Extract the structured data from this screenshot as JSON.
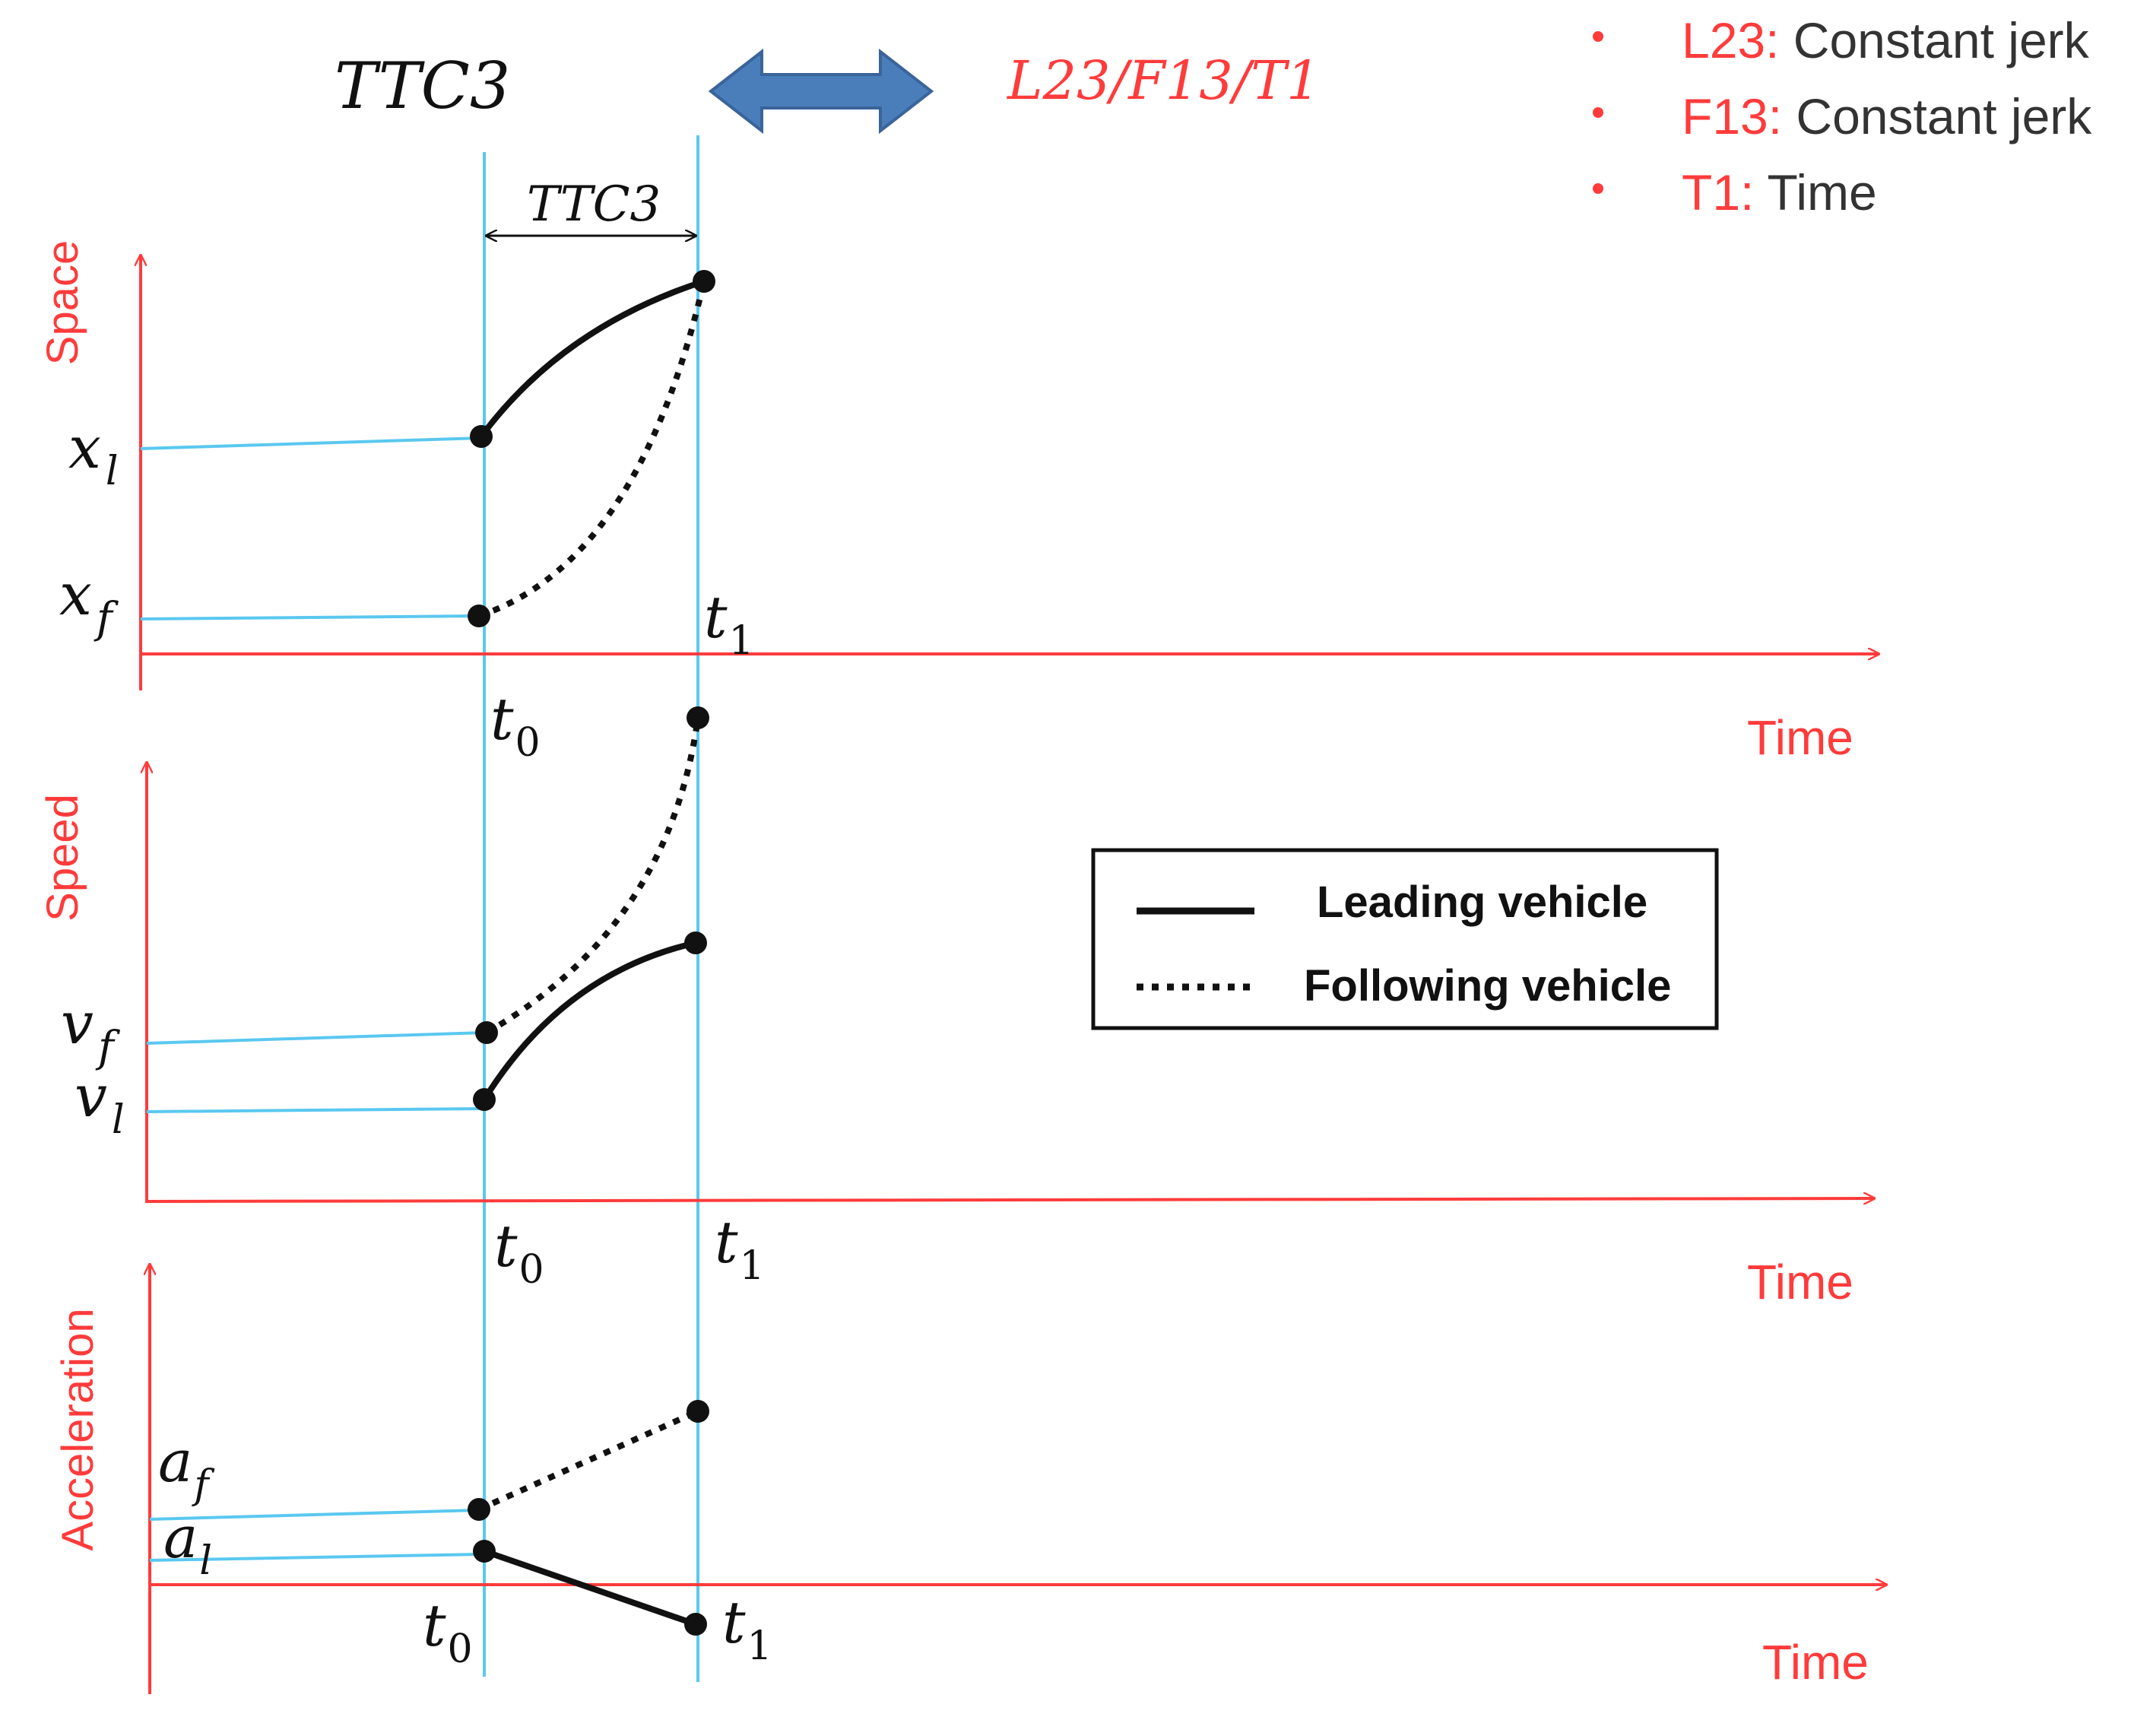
{
  "header": {
    "ttc_title": "TTC3",
    "scenario_label": "L23/F13/T1"
  },
  "notes": [
    {
      "code": "L23",
      "sep": ":",
      "text": " Constant jerk"
    },
    {
      "code": "F13",
      "sep": ":",
      "text": " Constant jerk"
    },
    {
      "code": "T1",
      "sep": ":",
      "text": " Time"
    }
  ],
  "interval_label": "TTC3",
  "legend": {
    "leading": "Leading vehicle",
    "following": "Following vehicle"
  },
  "panels": {
    "space": {
      "axis_label": "Space",
      "time_label": "Time",
      "upper": {
        "base": "x",
        "sub": "l"
      },
      "lower": {
        "base": "x",
        "sub": "f"
      },
      "t0": {
        "base": "t",
        "sub": "0"
      },
      "t1": {
        "base": "t",
        "sub": "1"
      }
    },
    "speed": {
      "axis_label": "Speed",
      "time_label": "Time",
      "upper": {
        "base": "v",
        "sub": "f"
      },
      "lower": {
        "base": "v",
        "sub": "l"
      },
      "t0": {
        "base": "t",
        "sub": "0"
      },
      "t1": {
        "base": "t",
        "sub": "1"
      }
    },
    "accel": {
      "axis_label": "Acceleration",
      "time_label": "Time",
      "upper": {
        "base": "a",
        "sub": "f"
      },
      "lower": {
        "base": "a",
        "sub": "l"
      },
      "t0": {
        "base": "t",
        "sub": "0"
      },
      "t1": {
        "base": "t",
        "sub": "1"
      }
    }
  },
  "colors": {
    "axis": "#ff3b3b",
    "guide": "#5ac8f0",
    "curve": "#111111",
    "arrow_fill": "#4a7ebb",
    "arrow_stroke": "#3a649a",
    "note_text": "#333333"
  }
}
